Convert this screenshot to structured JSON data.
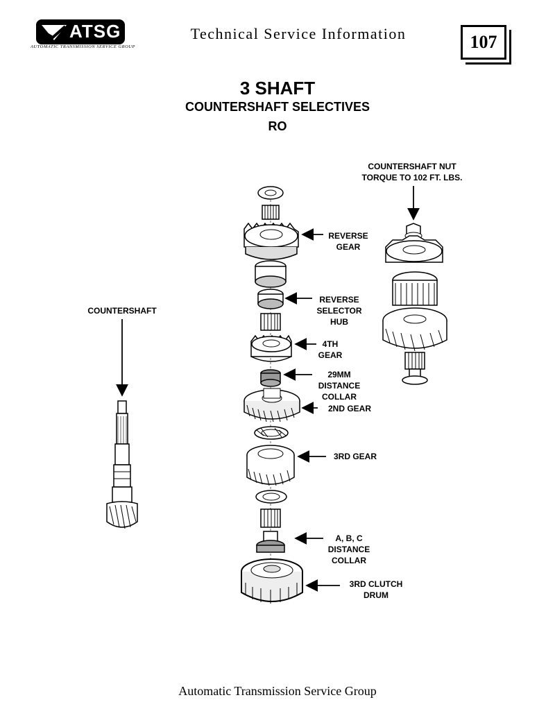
{
  "header": {
    "logo": "ATSG",
    "logo_subtitle": "AUTOMATIC TRANSMISSION SERVICE GROUP",
    "title": "Technical Service Information",
    "page_number": "107"
  },
  "document": {
    "title": "3 SHAFT",
    "subtitle": "COUNTERSHAFT SELECTIVES",
    "model": "RO"
  },
  "labels": {
    "countershaft_nut_line1": "COUNTERSHAFT NUT",
    "countershaft_nut_line2": "TORQUE TO 102 FT. LBS.",
    "reverse_gear_line1": "REVERSE",
    "reverse_gear_line2": "GEAR",
    "reverse_hub_line1": "REVERSE",
    "reverse_hub_line2": "SELECTOR",
    "reverse_hub_line3": "HUB",
    "countershaft": "COUNTERSHAFT",
    "fourth_gear_line1": "4TH",
    "fourth_gear_line2": "GEAR",
    "collar29_line1": "29MM",
    "collar29_line2": "DISTANCE",
    "collar29_line3": "COLLAR",
    "second_gear": "2ND GEAR",
    "third_gear": "3RD GEAR",
    "abc_collar_line1": "A, B, C",
    "abc_collar_line2": "DISTANCE",
    "abc_collar_line3": "COLLAR",
    "clutch_drum_line1": "3RD CLUTCH",
    "clutch_drum_line2": "DRUM"
  },
  "footer": {
    "text": "Automatic Transmission Service Group"
  }
}
